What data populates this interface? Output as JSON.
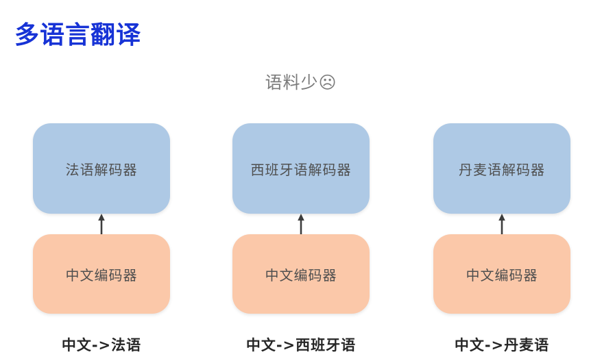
{
  "page": {
    "title": "多语言翻译",
    "subtitle": "语料少☹",
    "title_color": "#1733d6",
    "subtitle_color": "#7b7b7b",
    "decoder_box_color": "#aec9e5",
    "encoder_box_color": "#fbc8a9",
    "arrow_color": "#3d3d3d"
  },
  "columns": [
    {
      "decoder": "法语解码器",
      "encoder": "中文编码器",
      "label": "中文->法语"
    },
    {
      "decoder": "西班牙语解码器",
      "encoder": "中文编码器",
      "label": "中文->西班牙语"
    },
    {
      "decoder": "丹麦语解码器",
      "encoder": "中文编码器",
      "label": "中文->丹麦语"
    }
  ]
}
